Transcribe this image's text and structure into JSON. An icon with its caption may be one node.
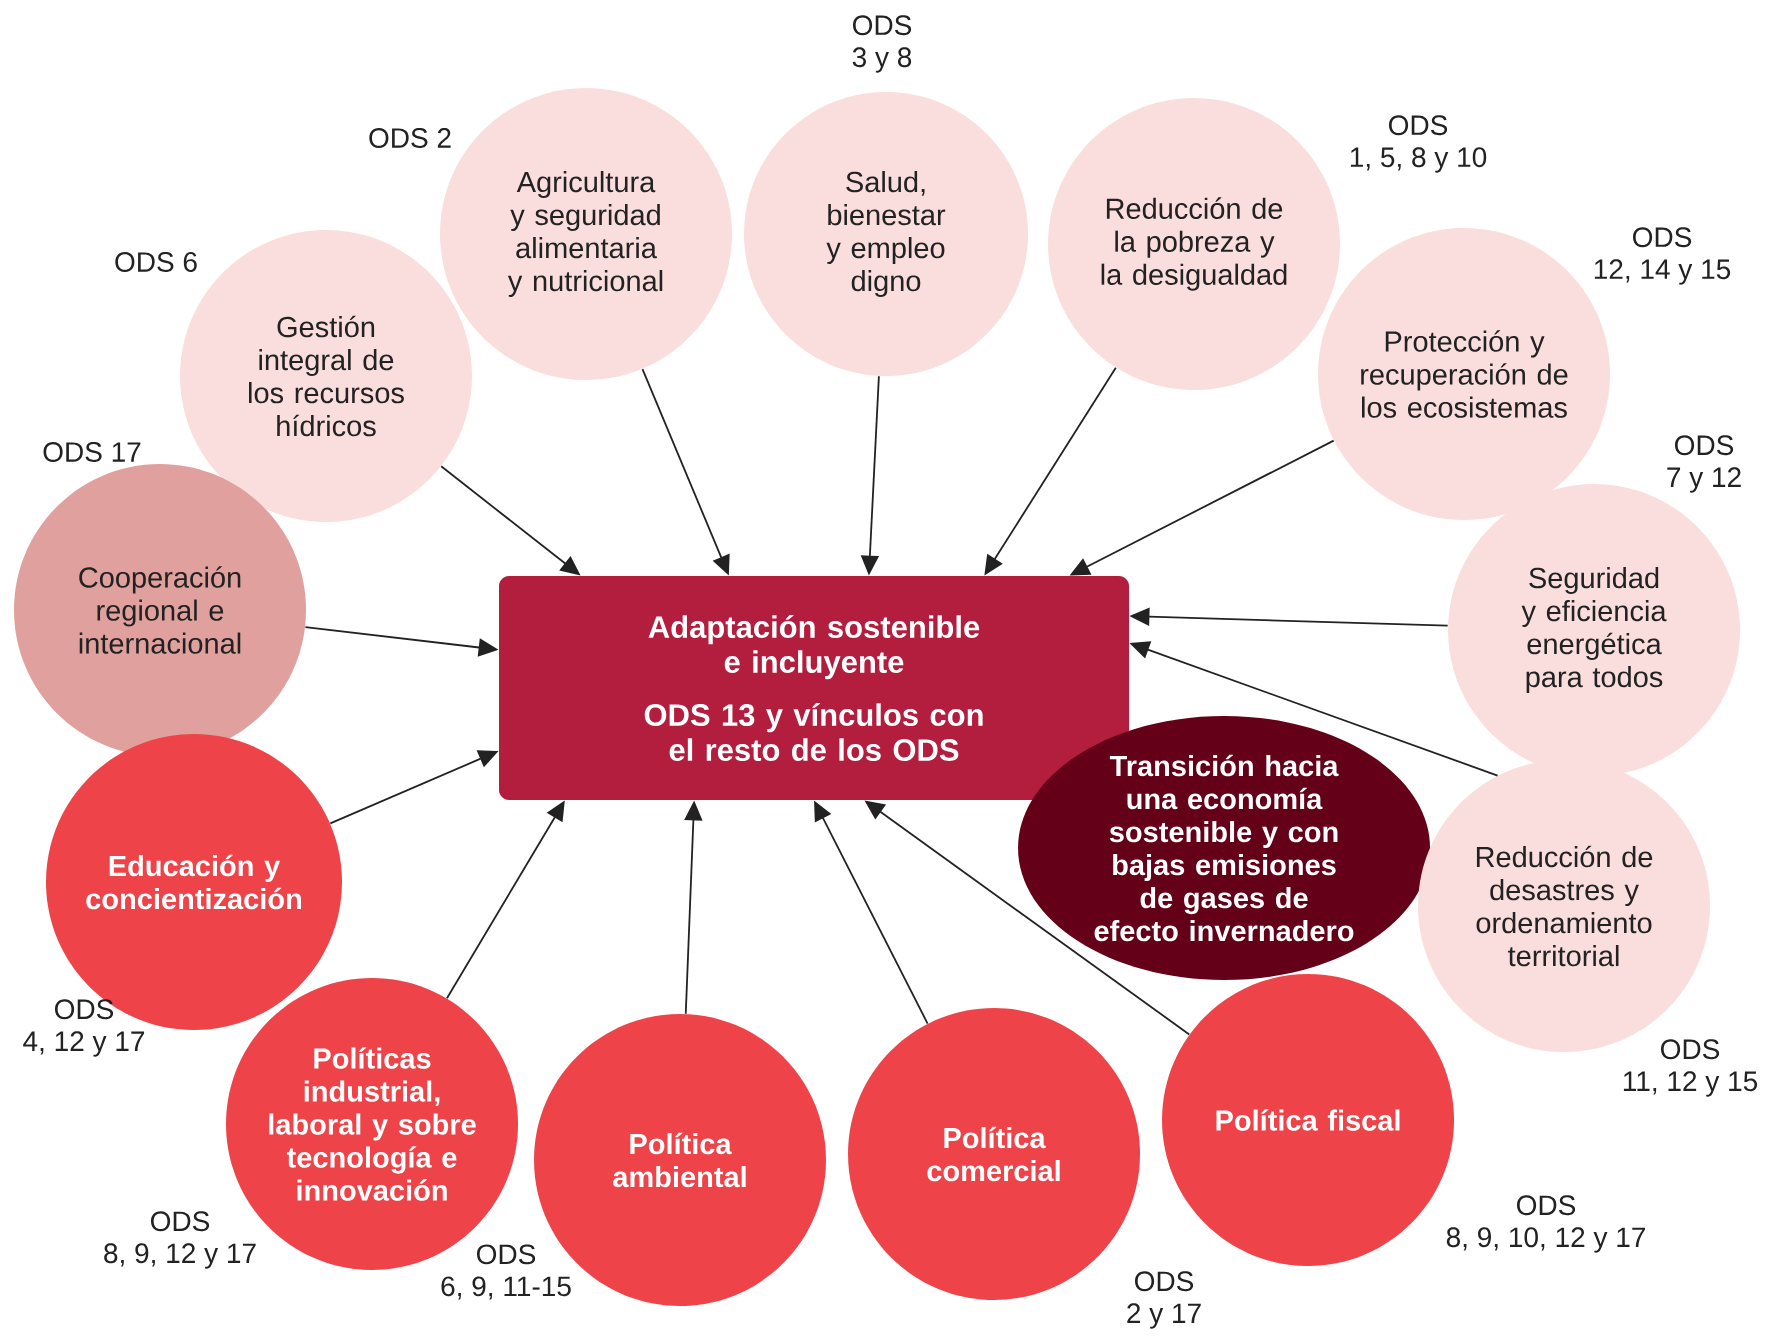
{
  "diagram": {
    "nodes": [
      {
        "text": [
          "Adaptación sostenible e incluyente",
          "ODS 13 y vínculos con el resto de los ODS"
        ]
      },
      {
        "text": [
          "Transición hacia una economía sostenible y con bajas emisiones de gases de efecto invernadero"
        ]
      },
      {
        "text": [
          "Gestión integral de los recursos hídricos"
        ],
        "beside": [
          "ODS 6"
        ]
      },
      {
        "text": [
          "Agricultura y seguridad alimentaria y nutricional"
        ],
        "beside": [
          "ODS 2"
        ]
      },
      {
        "text": [
          "Salud, bienestar y empleo digno"
        ],
        "beside": [
          "ODS 3 y 8"
        ]
      },
      {
        "text": [
          "Reducción de la pobreza y la desigualdad"
        ],
        "beside": [
          "ODS 1, 5, 8 y 10"
        ]
      },
      {
        "text": [
          "Protección y recuperación de los ecosistemas"
        ],
        "beside": [
          "ODS 12, 14 y 15"
        ]
      },
      {
        "text": [
          "Seguridad y eficiencia energética para todos"
        ],
        "beside": [
          "ODS 7 y 12"
        ]
      },
      {
        "text": [
          "Reducción de desastres y ordenamiento territorial"
        ],
        "beside": [
          "ODS 11, 12 y 15"
        ]
      },
      {
        "text": [
          "Cooperación regional e internacional"
        ],
        "beside": [
          "ODS 17"
        ]
      },
      {
        "text": [
          "Educación y concientización"
        ],
        "beside": [
          "ODS 4, 12 y 17"
        ]
      },
      {
        "text": [
          "Políticas industrial, laboral y sobre tecnología e innovación"
        ],
        "beside": [
          "ODS 8, 9, 12 y 17"
        ]
      },
      {
        "text": [
          "Política ambiental"
        ],
        "beside": [
          "ODS 6, 9, 11-15"
        ]
      },
      {
        "text": [
          "Política comercial"
        ],
        "beside": [
          "ODS 2 y 17"
        ]
      },
      {
        "text": [
          "Política fiscal"
        ],
        "beside": [
          "ODS 8, 9, 10, 12 y 17"
        ]
      }
    ],
    "edges": [
      {
        "from": 2,
        "to": 0,
        "arrow": "to"
      },
      {
        "from": 3,
        "to": 0,
        "arrow": "to"
      },
      {
        "from": 4,
        "to": 0,
        "arrow": "to"
      },
      {
        "from": 5,
        "to": 0,
        "arrow": "to"
      },
      {
        "from": 6,
        "to": 0,
        "arrow": "to"
      },
      {
        "from": 7,
        "to": 0,
        "arrow": "to"
      },
      {
        "from": 8,
        "to": 0,
        "arrow": "to"
      },
      {
        "from": 9,
        "to": 0,
        "arrow": "to"
      },
      {
        "from": 10,
        "to": 0,
        "arrow": "to"
      },
      {
        "from": 11,
        "to": 0,
        "arrow": "to"
      },
      {
        "from": 12,
        "to": 0,
        "arrow": "to"
      },
      {
        "from": 13,
        "to": 0,
        "arrow": "to"
      },
      {
        "from": 14,
        "to": 0,
        "arrow": "to"
      }
    ]
  }
}
